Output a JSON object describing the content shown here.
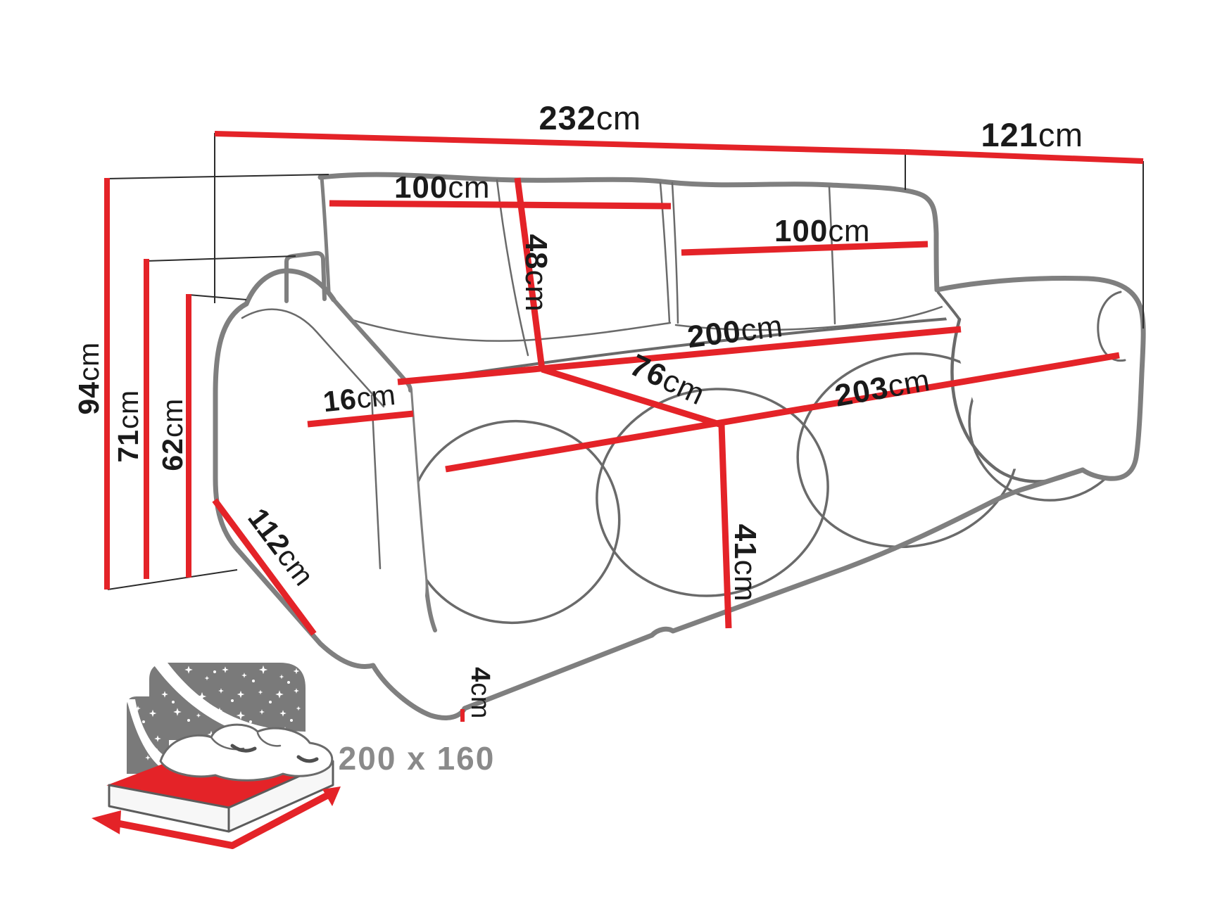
{
  "diagram": {
    "type": "sofa-dimension-drawing",
    "dimensions": {
      "total_width": {
        "value": "232",
        "unit": "cm"
      },
      "total_depth": {
        "value": "121",
        "unit": "cm"
      },
      "back_cushion_left_width": {
        "value": "100",
        "unit": "cm"
      },
      "back_cushion_right_width": {
        "value": "100",
        "unit": "cm"
      },
      "back_cushion_height": {
        "value": "48",
        "unit": "cm"
      },
      "total_height": {
        "value": "94",
        "unit": "cm"
      },
      "back_frame_height": {
        "value": "71",
        "unit": "cm"
      },
      "armrest_height": {
        "value": "62",
        "unit": "cm"
      },
      "armrest_top_width": {
        "value": "16",
        "unit": "cm"
      },
      "armrest_side_depth": {
        "value": "112",
        "unit": "cm"
      },
      "seat_width": {
        "value": "200",
        "unit": "cm"
      },
      "seat_depth": {
        "value": "76",
        "unit": "cm"
      },
      "front_length": {
        "value": "203",
        "unit": "cm"
      },
      "seat_height": {
        "value": "41",
        "unit": "cm"
      },
      "foot_clearance": {
        "value": "4",
        "unit": "cm"
      }
    },
    "sleeping_area": {
      "label": "200 x 160"
    },
    "colors": {
      "dimension_line_red": "#e42328",
      "drawing_outline_gray": "#7f7f7f",
      "label_black": "#1a1a1a",
      "sleeping_text_gray": "#8a8a8a",
      "headboard_gray": "#7a7a7a"
    }
  }
}
